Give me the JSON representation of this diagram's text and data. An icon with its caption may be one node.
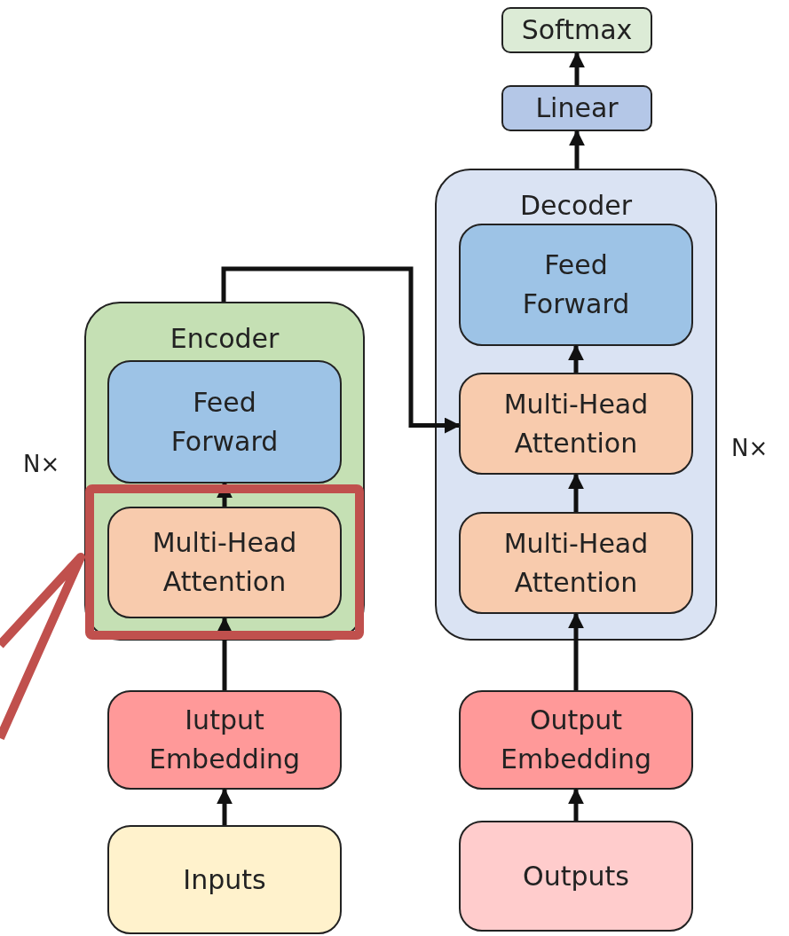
{
  "diagram": {
    "nodes": [
      {
        "text": [
          "Softmax"
        ]
      },
      {
        "text": [
          "Linear"
        ]
      },
      {
        "text": [
          "Decoder"
        ]
      },
      {
        "text": [
          "Feed Forward"
        ],
        "in": 2
      },
      {
        "text": [
          "Multi-Head Attention"
        ],
        "in": 2
      },
      {
        "text": [
          "Multi-Head Attention"
        ],
        "in": 2
      },
      {
        "text": [
          "Encoder"
        ]
      },
      {
        "text": [
          "Feed Forward"
        ],
        "in": 6
      },
      {
        "text": [
          "Multi-Head Attention"
        ],
        "in": 6
      },
      {
        "text": [
          "Iutput Embedding"
        ]
      },
      {
        "text": [
          "Inputs"
        ]
      },
      {
        "text": [
          "Output Embedding"
        ]
      },
      {
        "text": [
          "Outputs"
        ]
      }
    ],
    "edges": [
      {
        "from": 10,
        "to": 9,
        "arrow": "to"
      },
      {
        "from": 9,
        "to": 8,
        "arrow": "to"
      },
      {
        "from": 8,
        "to": 7,
        "arrow": "to"
      },
      {
        "from": 6,
        "to": 4,
        "arrow": "to"
      },
      {
        "from": 12,
        "to": 11,
        "arrow": "to"
      },
      {
        "from": 11,
        "to": 5,
        "arrow": "to"
      },
      {
        "from": 5,
        "to": 4,
        "arrow": "to"
      },
      {
        "from": 4,
        "to": 3,
        "arrow": "to"
      },
      {
        "from": 2,
        "to": 1,
        "arrow": "to"
      },
      {
        "from": 1,
        "to": 0,
        "arrow": "to"
      }
    ],
    "labels": [
      "N×",
      "N×"
    ]
  }
}
